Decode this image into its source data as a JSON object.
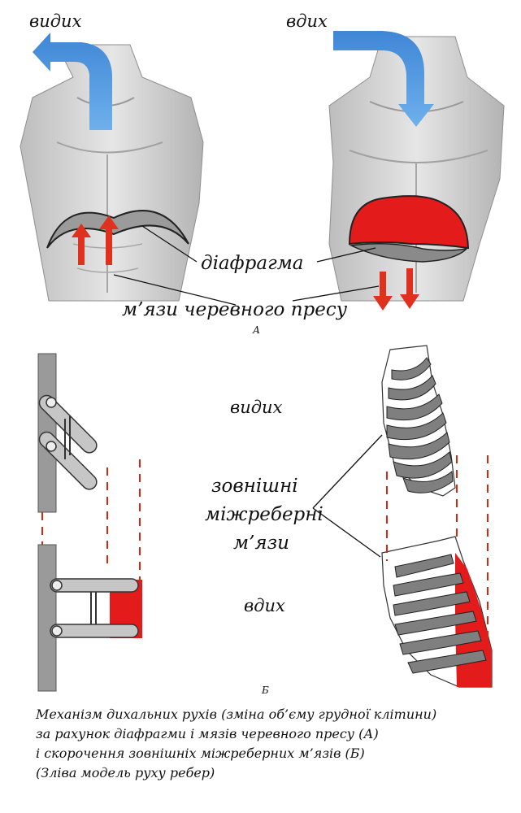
{
  "section_a": {
    "label_exhale": "видих",
    "label_inhale": "вдих",
    "label_diaphragm": "діафрагма",
    "label_abdominal_muscles": "м’язи черевного пресу",
    "panel_letter": "А"
  },
  "section_b": {
    "label_exhale": "видих",
    "label_muscles_line1": "зовнішні",
    "label_muscles_line2": "міжреберні",
    "label_muscles_line3": "м’язи",
    "label_inhale": "вдих",
    "panel_letter": "Б"
  },
  "caption": {
    "line1": "Механізм дихальних рухів (зміна об’єму грудної клітини)",
    "line2": "за рахунок діафрагми і мязів черевного пресу (А)",
    "line3": "і скорочення зовнішніх міжреберних м’язів (Б)",
    "line4": "(Зліва модель руху ребер)"
  },
  "colors": {
    "airflow_arrow": "#4a90d9",
    "diaphragm_contracted": "#e31b1b",
    "muscle_arrow": "#e0301e",
    "dashed_guides": "#d22a10"
  }
}
